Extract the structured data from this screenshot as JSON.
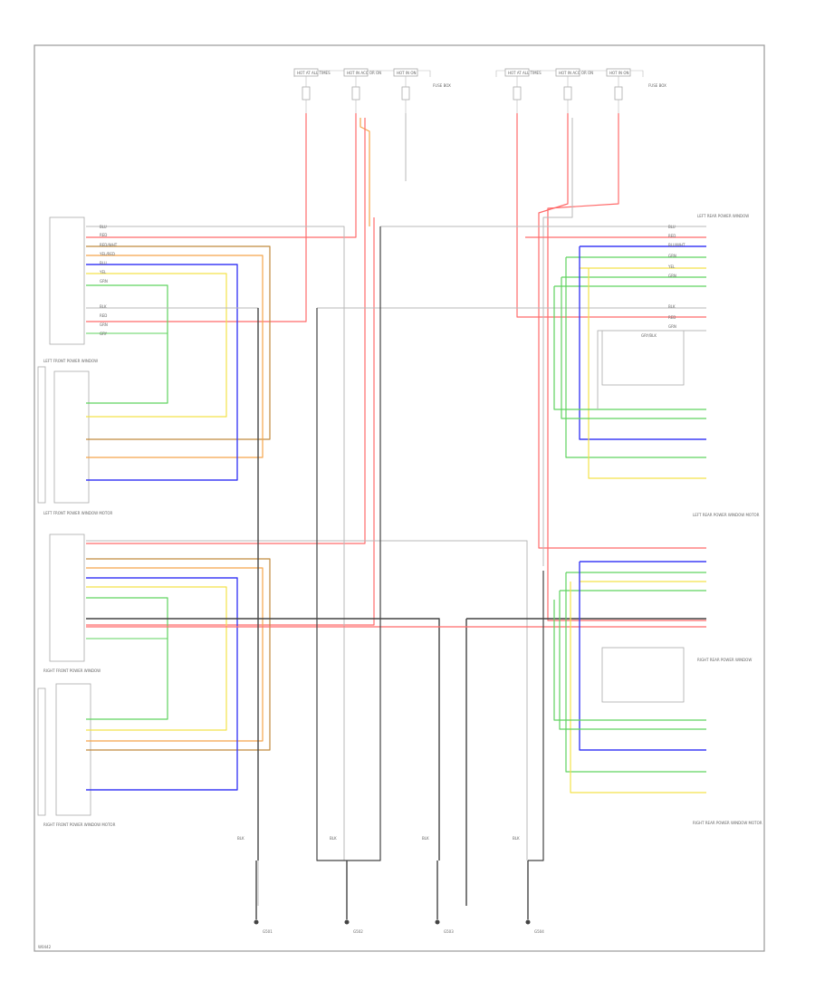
{
  "figure_code": "W0442",
  "colors": {
    "red": "#ff6b6b",
    "black": "#444444",
    "gray": "#b8b8b8",
    "orange": "#f5a54a",
    "blue": "#3d3df5",
    "green": "#5fd35f",
    "yellow": "#f3e24a",
    "brown": "#c08a3e",
    "frame": "#999999"
  },
  "fuse_labels_left": [
    "HOT AT ALL TIMES",
    "HOT IN ACC OR ON",
    "HOT IN ON"
  ],
  "fuse_labels_right": [
    "HOT AT ALL TIMES",
    "HOT IN ACC OR ON",
    "HOT IN ON"
  ],
  "fuse_box_left": "FUSE BOX",
  "fuse_box_right": "FUSE BOX",
  "wire_colors_left_top": [
    "BLU",
    "RED",
    "RED/WHT",
    "YEL/RED",
    "BLU",
    "YEL",
    "GRN",
    "BLK",
    "RED",
    "GRN",
    "GRY"
  ],
  "wire_colors_right_top": [
    "BLU",
    "RED",
    "BLU/WHT",
    "GRN",
    "YEL",
    "GRN",
    "BLK",
    "RED",
    "GRN",
    "GRY/BLK"
  ],
  "modules": {
    "lf_module": "LEFT FRONT POWER WINDOW",
    "lf_motor": "LEFT FRONT POWER WINDOW MOTOR",
    "rf_module": "RIGHT FRONT POWER WINDOW",
    "rf_motor": "RIGHT FRONT POWER WINDOW MOTOR",
    "lr_module": "LEFT REAR POWER WINDOW",
    "lr_motor": "LEFT REAR POWER WINDOW MOTOR",
    "rr_module": "RIGHT REAR POWER WINDOW",
    "rr_motor": "RIGHT REAR POWER WINDOW MOTOR"
  },
  "grounds": [
    "G501",
    "G502",
    "G503",
    "G504"
  ],
  "ground_wires": [
    "BLK",
    "BLK",
    "BLK",
    "BLK"
  ]
}
